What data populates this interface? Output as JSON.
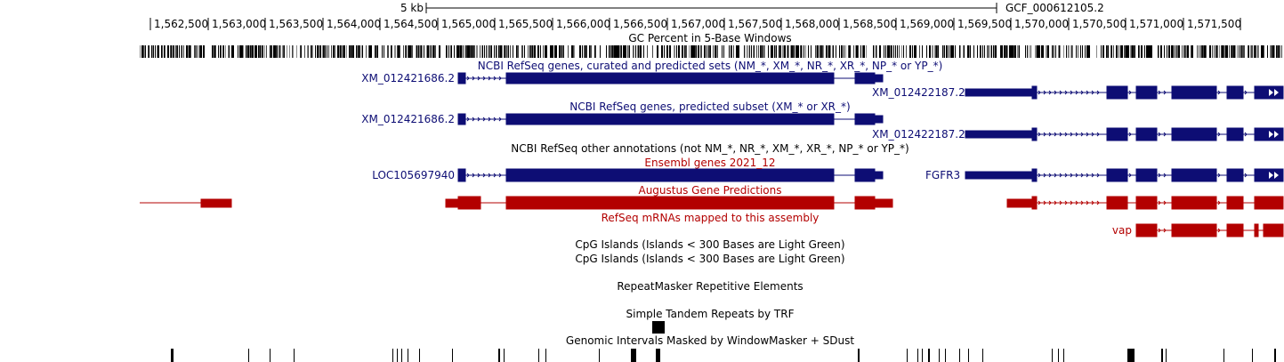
{
  "scale_bar": {
    "label": "5 kb",
    "assembly": "GCF_000612105.2"
  },
  "ruler": {
    "ticks": [
      "1,562,500",
      "1,563,000",
      "1,563,500",
      "1,564,000",
      "1,564,500",
      "1,565,000",
      "1,565,500",
      "1,566,000",
      "1,566,500",
      "1,567,000",
      "1,567,500",
      "1,568,000",
      "1,568,500",
      "1,569,000",
      "1,569,500",
      "1,570,000",
      "1,570,500",
      "1,571,000",
      "1,571,500"
    ]
  },
  "tracks": {
    "gc_percent": "GC Percent in 5-Base Windows",
    "refseq_curated": "NCBI RefSeq genes, curated and predicted sets (NM_*, XM_*, NR_*, XR_*, NP_* or YP_*)",
    "refseq_predicted": "NCBI RefSeq genes, predicted subset (XM_* or XR_*)",
    "refseq_other": "NCBI RefSeq other annotations (not NM_*, NR_*, XM_*, XR_*, NP_* or YP_*)",
    "ensembl": "Ensembl genes 2021_12",
    "augustus": "Augustus Gene Predictions",
    "refseq_mrna": "RefSeq mRNAs mapped to this assembly",
    "cpg1": "CpG Islands (Islands < 300 Bases are Light Green)",
    "cpg2": "CpG Islands (Islands < 300 Bases are Light Green)",
    "repeatmasker": "RepeatMasker Repetitive Elements",
    "simple_repeats": "Simple Tandem Repeats by TRF",
    "windowmasker": "Genomic Intervals Masked by WindowMasker + SDust"
  },
  "gene_labels": {
    "curated_left": "XM_012421686.2",
    "curated_right": "XM_012422187.2",
    "predicted_left": "XM_012421686.2",
    "predicted_right": "XM_012422187.2",
    "ensembl_left": "LOC105697940",
    "ensembl_right": "FGFR3",
    "mrna_right": "vap"
  },
  "colors": {
    "navy": "#0d0d74",
    "red": "#b30000",
    "black": "#000000"
  }
}
